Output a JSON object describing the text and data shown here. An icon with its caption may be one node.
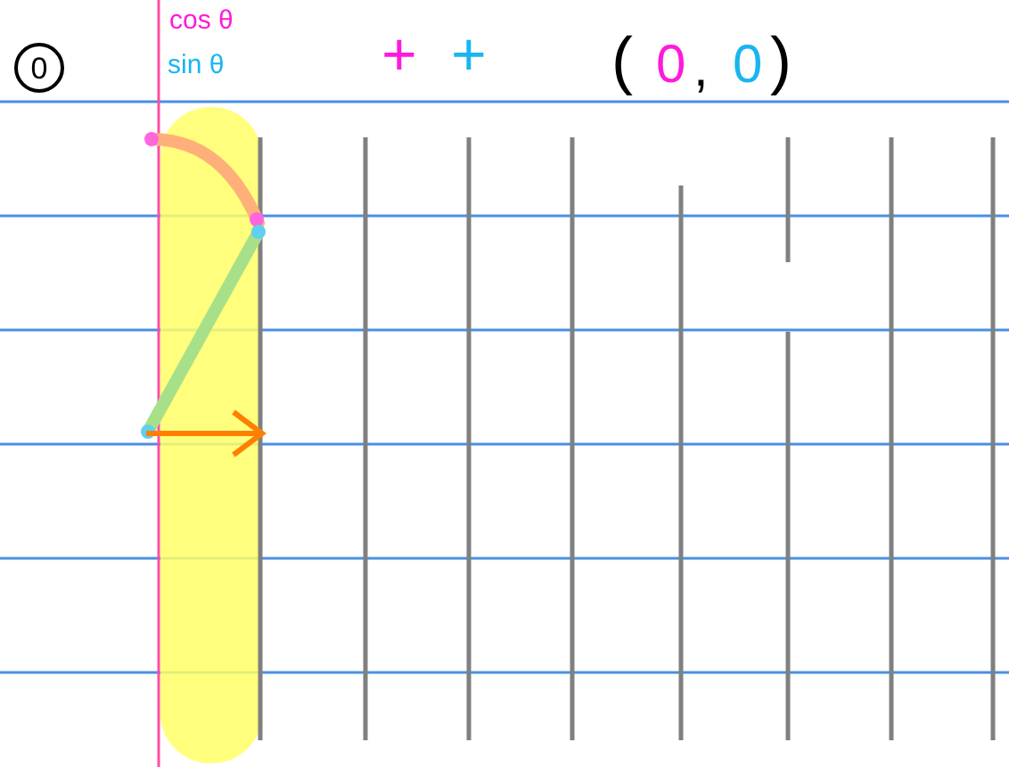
{
  "diagram": {
    "labels": [
      "0",
      "cos θ",
      "sin θ",
      "+",
      "+",
      "(",
      "0",
      ",",
      "0",
      ")"
    ]
  }
}
